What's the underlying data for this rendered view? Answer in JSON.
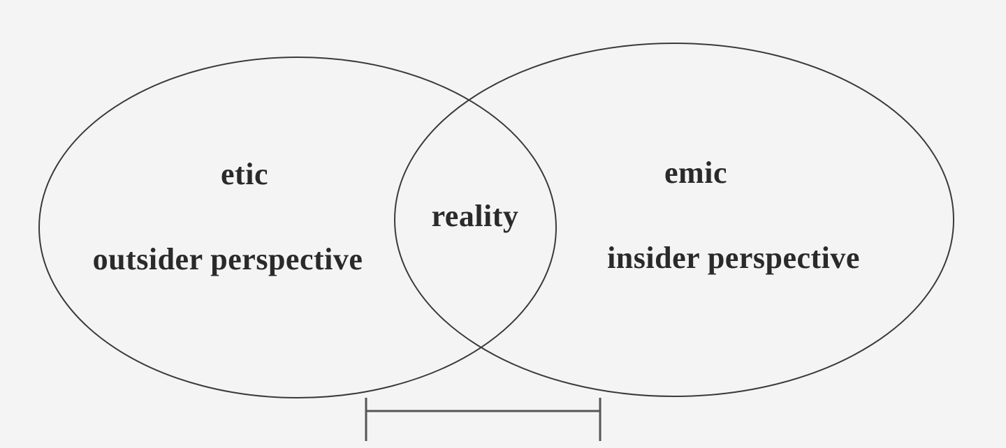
{
  "diagram": {
    "left_circle": {
      "title": "etic",
      "subtitle": "outsider perspective"
    },
    "right_circle": {
      "title": "emic",
      "subtitle": "insider perspective"
    },
    "overlap": {
      "label": "reality"
    },
    "colors": {
      "background": "#f4f4f4",
      "stroke": "#3a3a3a",
      "text": "#2a2a2a"
    }
  }
}
